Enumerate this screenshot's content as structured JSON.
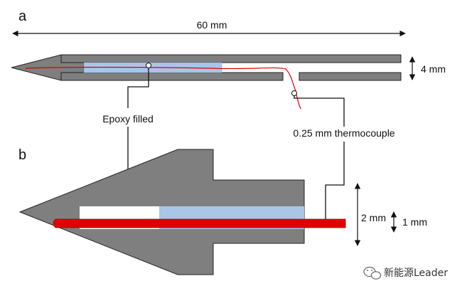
{
  "panels": {
    "a": {
      "label": "a"
    },
    "b": {
      "label": "b"
    }
  },
  "dimensions": {
    "overall_length": "60 mm",
    "tube_diameter": "4 mm",
    "outer_dim_b": "2 mm",
    "inner_dim_b": "1 mm"
  },
  "callouts": {
    "epoxy": "Epoxy filled",
    "thermocouple": "0.25 mm thermocouple"
  },
  "watermark": {
    "text": "新能源Leader",
    "icon": "wechat-icon"
  },
  "colors": {
    "body_gray": "#7f7f7f",
    "epoxy_blue": "#a9c6e8",
    "thermocouple_red": "#e00000",
    "outline": "#222222"
  }
}
